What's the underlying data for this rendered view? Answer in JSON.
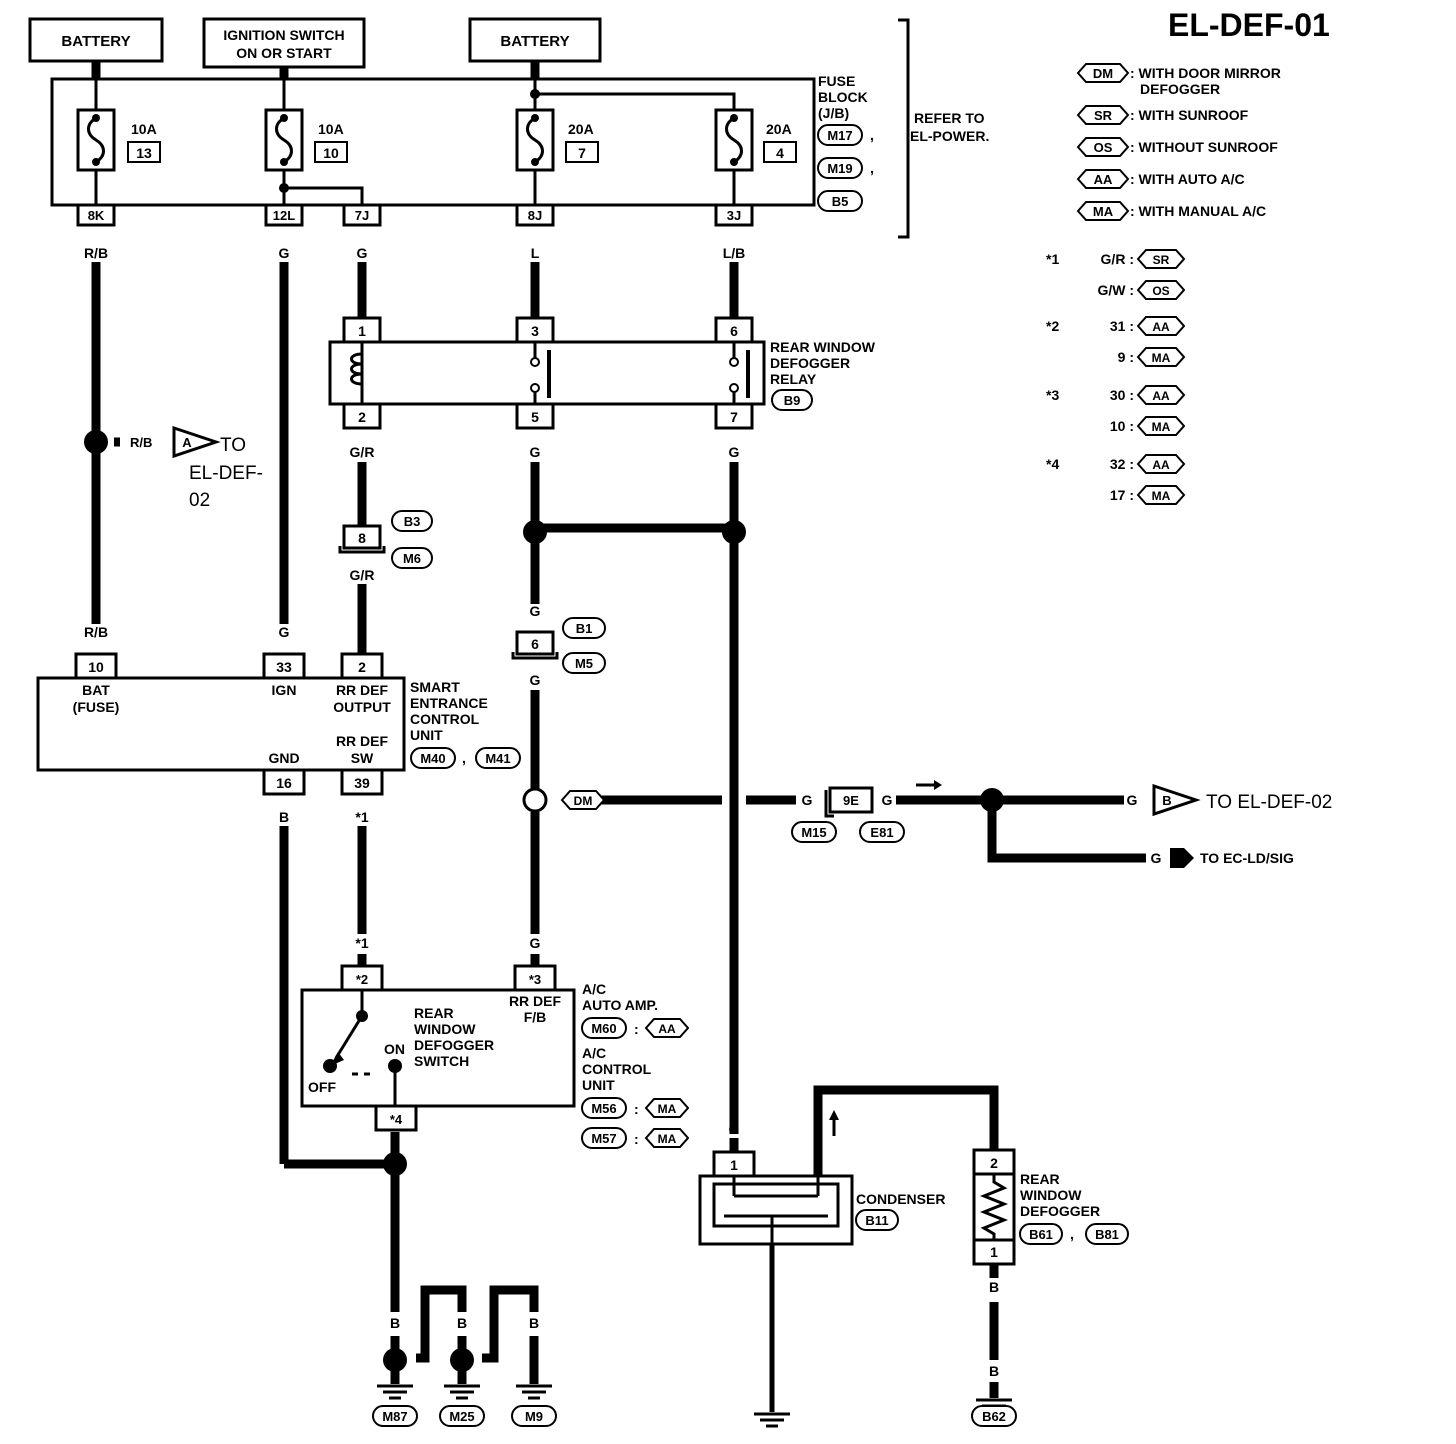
{
  "title": "EL-DEF-01",
  "sources": {
    "battery_left": "BATTERY",
    "ignition_l1": "IGNITION SWITCH",
    "ignition_l2": "ON OR START",
    "battery_right": "BATTERY"
  },
  "fuse_block": {
    "label_l1": "FUSE",
    "label_l2": "BLOCK",
    "label_l3": "(J/B)",
    "conn1": "M17",
    "conn2": "M19",
    "conn3": "B5",
    "comma": ",",
    "refer_l1": "REFER TO",
    "refer_l2": "EL-POWER.",
    "fuses": [
      {
        "amp": "10A",
        "num": "13",
        "pin": "8K",
        "wire": "R/B"
      },
      {
        "amp": "10A",
        "num": "10",
        "pin": "12L",
        "wire": "G"
      },
      {
        "amp": "",
        "num": "",
        "pin": "7J",
        "wire": "G"
      },
      {
        "amp": "20A",
        "num": "7",
        "pin": "8J",
        "wire": "L"
      },
      {
        "amp": "20A",
        "num": "4",
        "pin": "3J",
        "wire": "L/B"
      }
    ]
  },
  "legend": [
    {
      "code": "DM",
      "text_l1": ": WITH DOOR MIRROR",
      "text_l2": "DEFOGGER"
    },
    {
      "code": "SR",
      "text_l1": ": WITH SUNROOF",
      "text_l2": ""
    },
    {
      "code": "OS",
      "text_l1": ": WITHOUT SUNROOF",
      "text_l2": ""
    },
    {
      "code": "AA",
      "text_l1": ": WITH AUTO A/C",
      "text_l2": ""
    },
    {
      "code": "MA",
      "text_l1": ": WITH MANUAL A/C",
      "text_l2": ""
    }
  ],
  "notes": [
    {
      "mark": "*1",
      "val": "G/R :",
      "code": "SR"
    },
    {
      "mark": "",
      "val": "G/W :",
      "code": "OS"
    },
    {
      "mark": "*2",
      "val": "31 :",
      "code": "AA"
    },
    {
      "mark": "",
      "val": "9 :",
      "code": "MA"
    },
    {
      "mark": "*3",
      "val": "30 :",
      "code": "AA"
    },
    {
      "mark": "",
      "val": "10 :",
      "code": "MA"
    },
    {
      "mark": "*4",
      "val": "32 :",
      "code": "AA"
    },
    {
      "mark": "",
      "val": "17 :",
      "code": "MA"
    }
  ],
  "relay": {
    "label_l1": "REAR WINDOW",
    "label_l2": "DEFOGGER",
    "label_l3": "RELAY",
    "conn": "B9",
    "pins": [
      "1",
      "3",
      "6",
      "2",
      "5",
      "7"
    ],
    "wires_out": [
      "G/R",
      "G",
      "G"
    ]
  },
  "to_def02_a": {
    "wire": "R/B",
    "conn": "A",
    "text_l1": "TO",
    "text_l2": "EL-DEF-",
    "text_l3": "02"
  },
  "joint_b3": {
    "pin": "8",
    "conn1": "B3",
    "conn2": "M6",
    "wire_below": "G/R"
  },
  "joint_b1": {
    "pin": "6",
    "conn1": "B1",
    "conn2": "M5",
    "wire_above": "G",
    "wire_below": "G"
  },
  "secu": {
    "label_l1": "SMART",
    "label_l2": "ENTRANCE",
    "label_l3": "CONTROL",
    "label_l4": "UNIT",
    "conn1": "M40",
    "conn2": "M41",
    "comma": ",",
    "wire_bat": "R/B",
    "wire_ign": "G",
    "pin_bat": "10",
    "pin_ign": "33",
    "pin_out": "2",
    "pin_gnd": "16",
    "pin_sw": "39",
    "bat_l1": "BAT",
    "bat_l2": "(FUSE)",
    "ign": "IGN",
    "out_l1": "RR DEF",
    "out_l2": "OUTPUT",
    "sw_l1": "RR DEF",
    "sw_l2": "SW",
    "gnd": "GND",
    "wire_gnd": "B",
    "wire_sw": "*1"
  },
  "dm_line": {
    "code": "DM",
    "wire1": "G",
    "pin": "9E",
    "wire2": "G",
    "conn1": "M15",
    "conn2": "E81",
    "wire_b": "G",
    "conn_b": "B",
    "to_b": "TO EL-DEF-02",
    "wire_ec": "G",
    "to_ec": "TO EC-LD/SIG"
  },
  "ac": {
    "wire_left": "*1",
    "wire_right": "G",
    "pin_left": "*2",
    "pin_right": "*3",
    "pin_bottom": "*4",
    "rr_def_l1": "RR DEF",
    "rr_def_l2": "F/B",
    "switch_l1": "REAR",
    "switch_l2": "WINDOW",
    "switch_l3": "DEFOGGER",
    "switch_l4": "SWITCH",
    "on": "ON",
    "off": "OFF",
    "auto_l1": "A/C",
    "auto_l2": "AUTO AMP.",
    "conn_m60": "M60",
    "code_aa": "AA",
    "ctrl_l1": "A/C",
    "ctrl_l2": "CONTROL",
    "ctrl_l3": "UNIT",
    "conn_m56": "M56",
    "conn_m57": "M57",
    "code_ma": "MA",
    "colon": ":"
  },
  "condenser": {
    "wire": "G",
    "pin": "1",
    "label": "CONDENSER",
    "conn": "B11"
  },
  "defogger": {
    "pin_top": "2",
    "pin_bottom": "1",
    "label_l1": "REAR",
    "label_l2": "WINDOW",
    "label_l3": "DEFOGGER",
    "conn1": "B61",
    "conn2": "B81",
    "comma": ",",
    "wire": "B",
    "wire2": "B",
    "ground": "B62"
  },
  "grounds": {
    "wires": [
      "B",
      "B",
      "B",
      "B",
      "B"
    ],
    "labels": [
      "M87",
      "M25",
      "M9"
    ]
  }
}
